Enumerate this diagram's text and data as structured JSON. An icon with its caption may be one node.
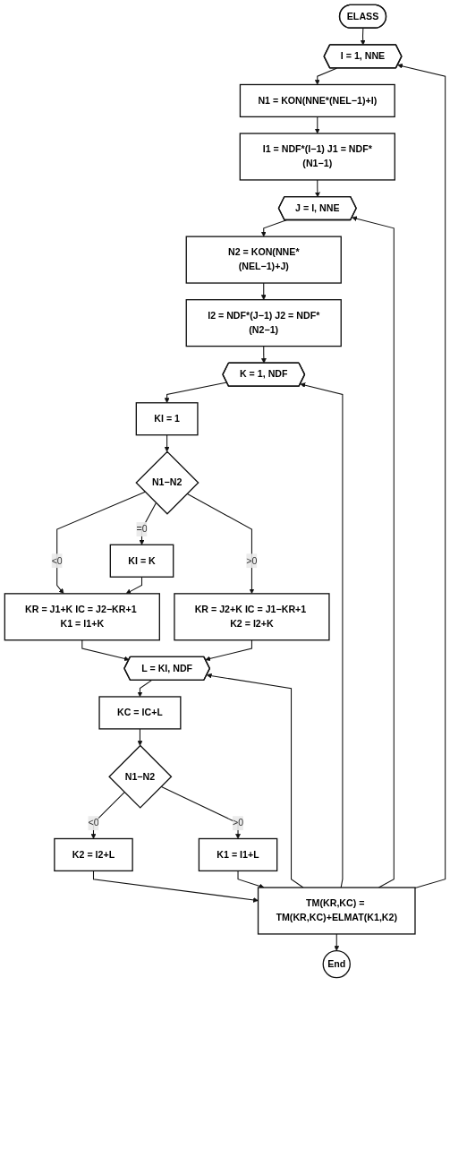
{
  "diagram": {
    "nodes": [
      {
        "text": [
          "ELASS"
        ]
      },
      {
        "text": [
          "I = 1, NNE"
        ]
      },
      {
        "text": [
          "N1 = KON(NNE*(NEL−1)+I)"
        ]
      },
      {
        "text": [
          "I1 = NDF*(I−1) J1 = NDF*(N1−1)"
        ]
      },
      {
        "text": [
          "J = I, NNE"
        ]
      },
      {
        "text": [
          "N2 = KON(NNE*(NEL−1)+J)"
        ]
      },
      {
        "text": [
          "I2 = NDF*(J−1) J2 = NDF*(N2−1)"
        ]
      },
      {
        "text": [
          "K = 1, NDF"
        ]
      },
      {
        "text": [
          "KI = 1"
        ]
      },
      {
        "text": [
          "N1−N2"
        ]
      },
      {
        "text": [
          "KR = J1+K IC = J2−KR+1 K1 = I1+K"
        ]
      },
      {
        "text": [
          "KI = K"
        ]
      },
      {
        "text": [
          "KR = J2+K IC = J1−KR+1 K2 = I2+K"
        ]
      },
      {
        "text": [
          "L = KI, NDF"
        ]
      },
      {
        "text": [
          "KC = IC+L"
        ]
      },
      {
        "text": [
          "N1−N2"
        ]
      },
      {
        "text": [
          "K2 = I2+L"
        ]
      },
      {
        "text": [
          "K1 = I1+L"
        ]
      },
      {
        "text": [
          "TM(KR,KC) = TM(KR,KC)+ELMAT(K1,K2)"
        ]
      },
      {
        "text": [
          "End"
        ]
      }
    ],
    "edges": [
      {
        "from": 0,
        "to": 1,
        "arrow": "to"
      },
      {
        "from": 1,
        "to": 2,
        "arrow": "to"
      },
      {
        "from": 2,
        "to": 3,
        "arrow": "to"
      },
      {
        "from": 3,
        "to": 4,
        "arrow": "to"
      },
      {
        "from": 4,
        "to": 5,
        "arrow": "to"
      },
      {
        "from": 5,
        "to": 6,
        "arrow": "to"
      },
      {
        "from": 6,
        "to": 7,
        "arrow": "to"
      },
      {
        "from": 7,
        "to": 8,
        "arrow": "to"
      },
      {
        "from": 8,
        "to": 9,
        "arrow": "to"
      },
      {
        "from": 9,
        "to": 10,
        "label": "<0",
        "arrow": "to"
      },
      {
        "from": 9,
        "to": 11,
        "label": "=0",
        "arrow": "to"
      },
      {
        "from": 9,
        "to": 12,
        "label": ">0",
        "arrow": "to"
      },
      {
        "from": 11,
        "to": 10,
        "arrow": "to"
      },
      {
        "from": 10,
        "to": 13,
        "arrow": "to"
      },
      {
        "from": 12,
        "to": 13,
        "arrow": "to"
      },
      {
        "from": 13,
        "to": 14,
        "arrow": "to"
      },
      {
        "from": 14,
        "to": 15,
        "arrow": "to"
      },
      {
        "from": 15,
        "to": 16,
        "label": "<0",
        "arrow": "to"
      },
      {
        "from": 15,
        "to": 17,
        "label": ">0",
        "arrow": "to"
      },
      {
        "from": 16,
        "to": 18,
        "arrow": "to"
      },
      {
        "from": 17,
        "to": 18,
        "arrow": "to"
      },
      {
        "from": 18,
        "to": 13,
        "arrow": "to"
      },
      {
        "from": 18,
        "to": 7,
        "arrow": "to"
      },
      {
        "from": 18,
        "to": 4,
        "arrow": "to"
      },
      {
        "from": 18,
        "to": 1,
        "arrow": "to"
      },
      {
        "from": 18,
        "to": 19,
        "arrow": "to"
      }
    ]
  }
}
